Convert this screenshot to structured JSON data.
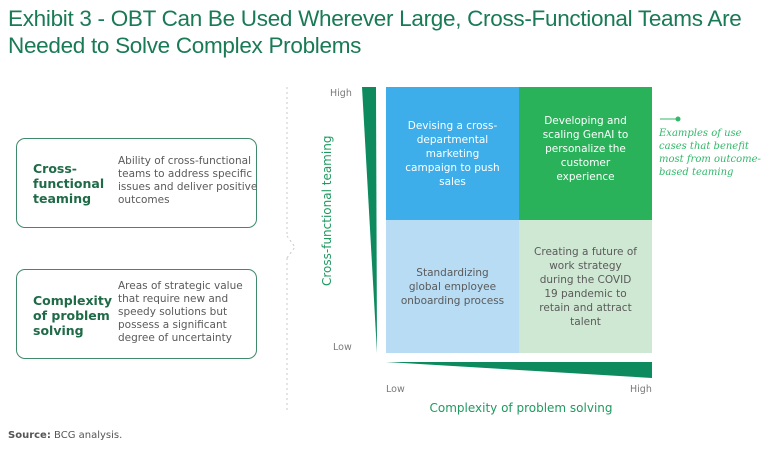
{
  "title": "Exhibit 3 - OBT Can Be Used Wherever Large, Cross-Functional Teams Are Needed to Solve Complex Problems",
  "definitions": [
    {
      "term": "Cross-functional teaming",
      "description": "Ability of cross-functional teams to address specific issues and deliver positive outcomes"
    },
    {
      "term": "Complexity of problem solving",
      "description": "Areas of strategic value that require new and speedy solutions but possess a significant degree of uncertainty"
    }
  ],
  "matrix": {
    "y_axis": {
      "label": "Cross-functional teaming",
      "high": "High",
      "low": "Low"
    },
    "x_axis": {
      "label": "Complexity of problem solving",
      "low": "Low",
      "high": "High"
    },
    "quadrants": {
      "top_left": "Devising a cross-departmental marketing campaign to push sales",
      "top_right": "Developing and scaling GenAI to personalize the customer experience",
      "bottom_left": "Standardizing global employee onboarding process",
      "bottom_right": "Creating a future of work strategy during the COVID 19 pandemic to retain and attract talent"
    },
    "colors": {
      "top_left": "#3daee9",
      "top_right": "#29b259",
      "bottom_left": "#b8dcf4",
      "bottom_right": "#cfe8d3",
      "axis_wedge": "#0e8a5f"
    }
  },
  "annotation": "Examples of use cases that benefit most from outcome-based teaming",
  "source": {
    "label": "Source:",
    "text": "BCG analysis."
  }
}
